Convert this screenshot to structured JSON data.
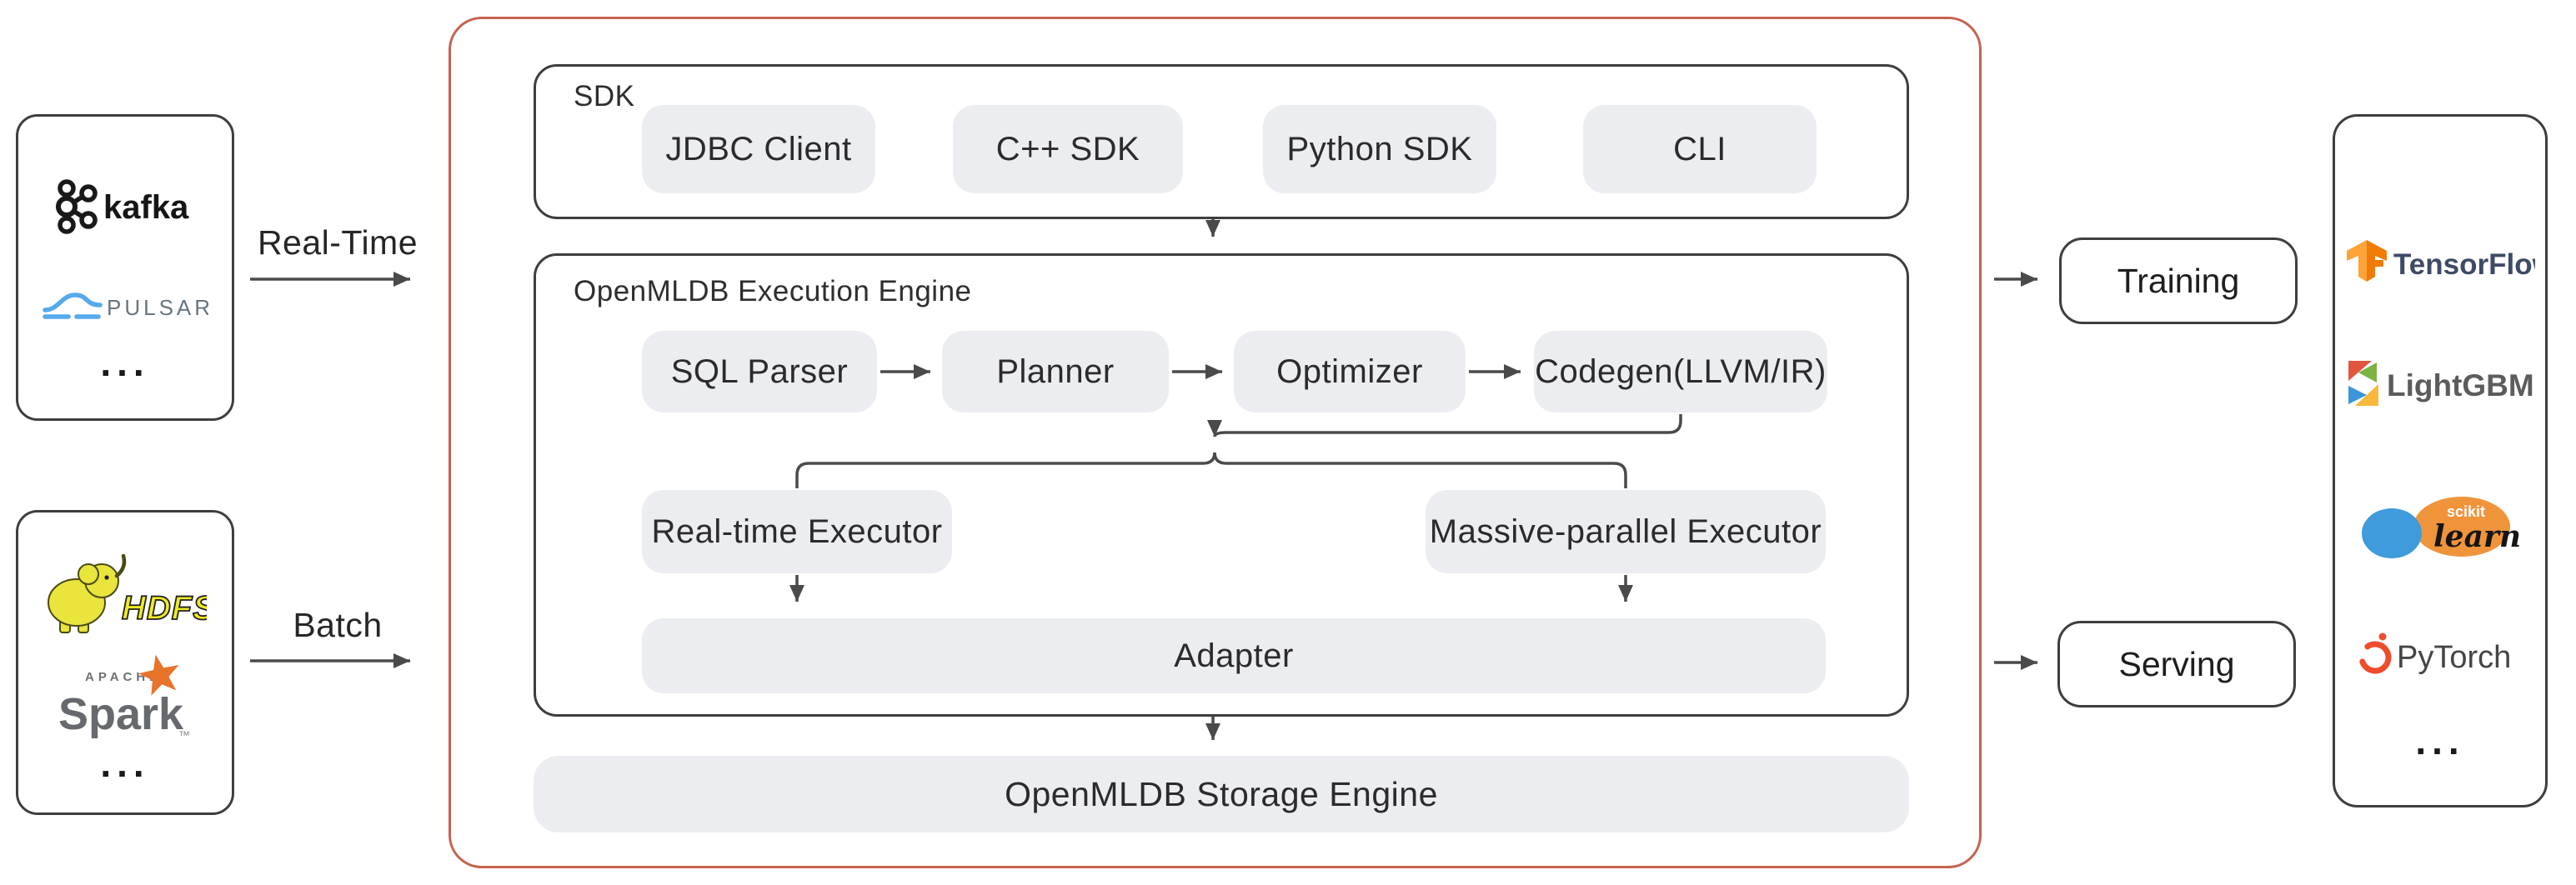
{
  "colors": {
    "accent_red": "#C5634F",
    "chip_bg": "#ECEDF0",
    "border_dark": "#3E3E3E",
    "arrow": "#4A4A4A",
    "pulsar_blue": "#55AAEB",
    "hdfs_yellow": "#EDE93B",
    "spark_orange": "#E8732A",
    "tf_orange": "#F07B05",
    "tf_text": "#3E4A66",
    "sklearn_blue": "#3F9BDC",
    "sklearn_orange": "#F0943C",
    "pytorch_orange": "#EE4C2C"
  },
  "left": {
    "realtime_label": "Real-Time",
    "batch_label": "Batch",
    "streaming_sources": {
      "kafka": "kafka",
      "pulsar": "PULSAR",
      "ellipsis": "..."
    },
    "batch_sources": {
      "hdfs": "HDFS",
      "apache": "APACHE",
      "spark": "Spark",
      "spark_tm": "™",
      "ellipsis": "..."
    }
  },
  "sdk": {
    "label": "SDK",
    "items": [
      {
        "label": "JDBC Client"
      },
      {
        "label": "C++ SDK"
      },
      {
        "label": "Python SDK"
      },
      {
        "label": "CLI"
      }
    ]
  },
  "engine": {
    "label": "OpenMLDB Execution Engine",
    "pipeline": [
      {
        "label": "SQL Parser"
      },
      {
        "label": "Planner"
      },
      {
        "label": "Optimizer"
      },
      {
        "label": "Codegen(LLVM/IR)"
      }
    ],
    "executors": [
      {
        "label": "Real-time Executor"
      },
      {
        "label": "Massive-parallel Executor"
      }
    ],
    "adapter_label": "Adapter"
  },
  "storage": {
    "label": "OpenMLDB Storage Engine"
  },
  "right": {
    "training_label": "Training",
    "serving_label": "Serving",
    "frameworks": {
      "tensorflow": "TensorFlow",
      "lightgbm": "LightGBM",
      "scikit_small": "scikit",
      "scikit_script": "learn",
      "pytorch": "PyTorch",
      "ellipsis": "..."
    }
  }
}
